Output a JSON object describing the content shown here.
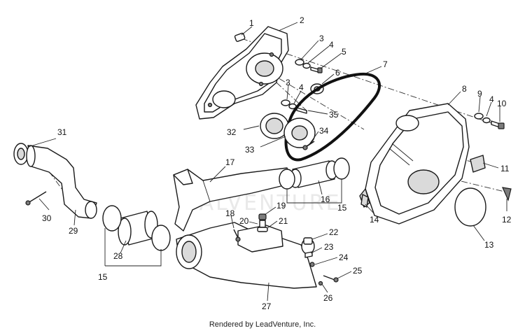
{
  "diagram": {
    "watermark": "SALVENTURE",
    "footer": "Rendered by LeadVenture, Inc.",
    "callouts": {
      "c1": "1",
      "c2": "2",
      "c3a": "3",
      "c3b": "3",
      "c4a": "4",
      "c4b": "4",
      "c4c": "4",
      "c5": "5",
      "c6": "6",
      "c7": "7",
      "c8": "8",
      "c9": "9",
      "c10": "10",
      "c11": "11",
      "c12": "12",
      "c13": "13",
      "c14": "14",
      "c15a": "15",
      "c15b": "15",
      "c16": "16",
      "c17": "17",
      "c18": "18",
      "c19": "19",
      "c20": "20",
      "c21": "21",
      "c22": "22",
      "c23": "23",
      "c24": "24",
      "c25": "25",
      "c26": "26",
      "c27": "27",
      "c28": "28",
      "c29": "29",
      "c30": "30",
      "c31": "31",
      "c32": "32",
      "c33": "33",
      "c34": "34",
      "c35": "35"
    }
  }
}
